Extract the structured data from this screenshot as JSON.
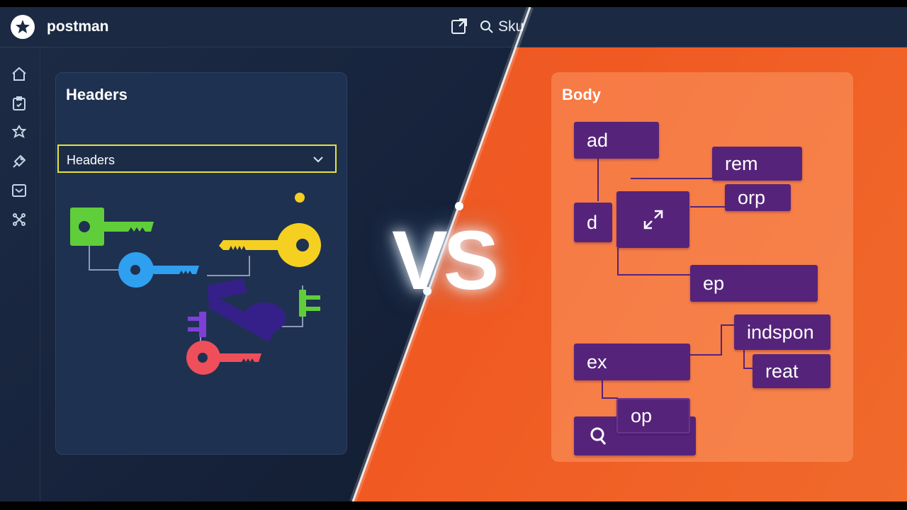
{
  "app": {
    "name": "postman",
    "search_text": "Sku"
  },
  "icons": {
    "logo": "postman-logo-icon",
    "new_tab": "new-tab-icon",
    "search": "search-icon",
    "sidebar": [
      "home-icon",
      "collections-icon",
      "apis-icon",
      "environments-icon",
      "mock-servers-icon",
      "flows-icon"
    ]
  },
  "headers_panel": {
    "title": "Headers",
    "dropdown_value": "Headers"
  },
  "vs_label": "VS",
  "body_panel": {
    "title": "Body",
    "blocks": [
      "ad",
      "rem",
      "orp",
      "d",
      "ep",
      "indspon",
      "ex",
      "reat",
      "op"
    ]
  },
  "colors": {
    "dark_bg": "#16223a",
    "orange_bg": "#f05a22",
    "block_purple": "#55247a",
    "dropdown_highlight": "#e6e23a",
    "key_green": "#5fce3a",
    "key_blue": "#2fa0f0",
    "key_yellow": "#f5d021",
    "key_red": "#ef4f5a",
    "key_purple": "#7d3fd6"
  }
}
